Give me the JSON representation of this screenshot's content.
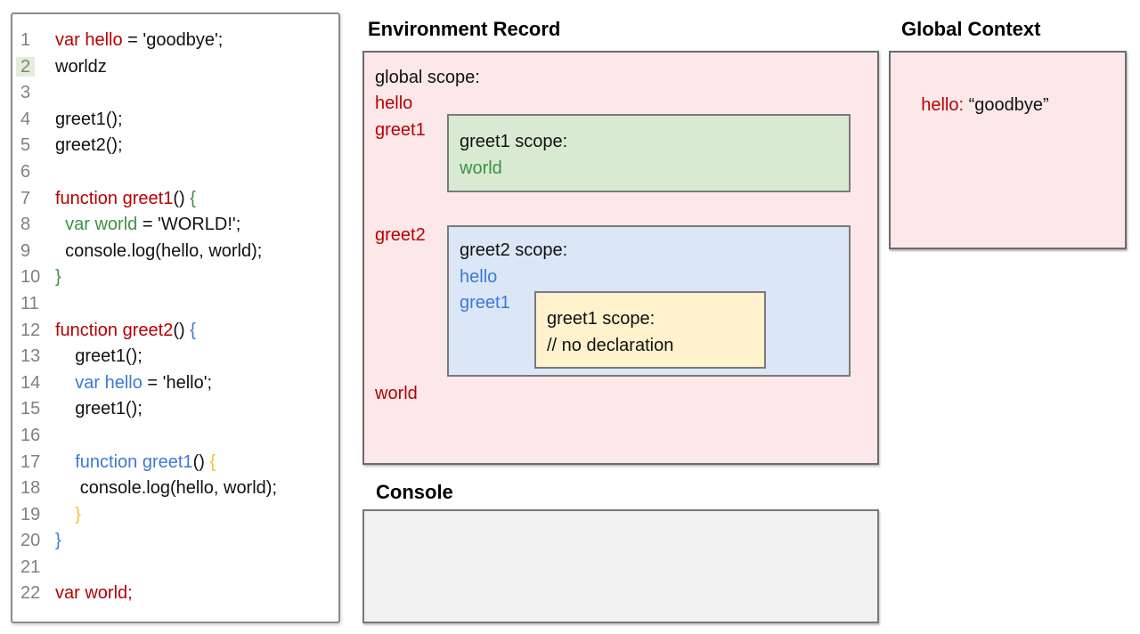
{
  "colors": {
    "code_red": "#b80000",
    "code_green": "#3f9140",
    "code_blue": "#3c78d8",
    "code_yellow": "#f1c232",
    "line_number_gray": "#808080",
    "line2_highlight_green": "#e2eeda",
    "env_box_pink": "#fce8e8",
    "greet1_scope_green": "#d9ead3",
    "greet2_scope_blue": "#dbe6f7",
    "inner_greet1_scope_yellow": "#fff2cc",
    "console_gray": "#f1f1f1"
  },
  "code_panel": {
    "lines": [
      {
        "num": "1",
        "segments": [
          {
            "t": "var hello",
            "c": "red"
          },
          {
            "t": " = 'goodbye';",
            "c": "black"
          }
        ]
      },
      {
        "num": "2",
        "highlight": true,
        "segments": [
          {
            "t": "worldz",
            "c": "black"
          }
        ]
      },
      {
        "num": "3",
        "segments": []
      },
      {
        "num": "4",
        "segments": [
          {
            "t": "greet1();",
            "c": "black"
          }
        ]
      },
      {
        "num": "5",
        "segments": [
          {
            "t": "greet2();",
            "c": "black"
          }
        ]
      },
      {
        "num": "6",
        "segments": []
      },
      {
        "num": "7",
        "segments": [
          {
            "t": "function greet1",
            "c": "red"
          },
          {
            "t": "() ",
            "c": "black"
          },
          {
            "t": "{",
            "c": "green"
          }
        ]
      },
      {
        "num": "8",
        "segments": [
          {
            "t": "  ",
            "c": "black"
          },
          {
            "t": "var world",
            "c": "green"
          },
          {
            "t": " = 'WORLD!';",
            "c": "black"
          }
        ]
      },
      {
        "num": "9",
        "segments": [
          {
            "t": "  console.log(hello, world);",
            "c": "black"
          }
        ]
      },
      {
        "num": "10",
        "segments": [
          {
            "t": "}",
            "c": "green"
          }
        ]
      },
      {
        "num": "11",
        "segments": []
      },
      {
        "num": "12",
        "segments": [
          {
            "t": "function greet2",
            "c": "red"
          },
          {
            "t": "() ",
            "c": "black"
          },
          {
            "t": "{",
            "c": "blue"
          }
        ]
      },
      {
        "num": "13",
        "segments": [
          {
            "t": "    greet1();",
            "c": "black"
          }
        ]
      },
      {
        "num": "14",
        "segments": [
          {
            "t": "    ",
            "c": "black"
          },
          {
            "t": "var hello",
            "c": "blue"
          },
          {
            "t": " = 'hello';",
            "c": "black"
          }
        ]
      },
      {
        "num": "15",
        "segments": [
          {
            "t": "    greet1();",
            "c": "black"
          }
        ]
      },
      {
        "num": "16",
        "segments": []
      },
      {
        "num": "17",
        "segments": [
          {
            "t": "    ",
            "c": "black"
          },
          {
            "t": "function greet1",
            "c": "blue"
          },
          {
            "t": "() ",
            "c": "black"
          },
          {
            "t": "{",
            "c": "yellow"
          }
        ]
      },
      {
        "num": "18",
        "segments": [
          {
            "t": "     console.log(hello, world);",
            "c": "black"
          }
        ]
      },
      {
        "num": "19",
        "segments": [
          {
            "t": "    ",
            "c": "black"
          },
          {
            "t": "}",
            "c": "yellow"
          }
        ]
      },
      {
        "num": "20",
        "segments": [
          {
            "t": "}",
            "c": "blue"
          }
        ]
      },
      {
        "num": "21",
        "segments": []
      },
      {
        "num": "22",
        "segments": [
          {
            "t": "var world;",
            "c": "red"
          }
        ]
      }
    ]
  },
  "environment_record": {
    "title": "Environment Record",
    "global_scope": {
      "label": "global scope:",
      "entries_before": [
        "hello",
        "greet1"
      ],
      "entry_mid": "greet2",
      "entry_after": "world",
      "greet1_scope": {
        "label": "greet1 scope:",
        "entries": [
          "world"
        ]
      },
      "greet2_scope": {
        "label": "greet2 scope:",
        "entries": [
          "hello",
          "greet1"
        ],
        "inner_greet1_scope": {
          "label": "greet1 scope:",
          "comment": "// no declaration"
        }
      }
    }
  },
  "global_context": {
    "title": "Global Context",
    "entry_key": "hello:",
    "entry_value": " “goodbye”"
  },
  "console_panel": {
    "title": "Console"
  }
}
